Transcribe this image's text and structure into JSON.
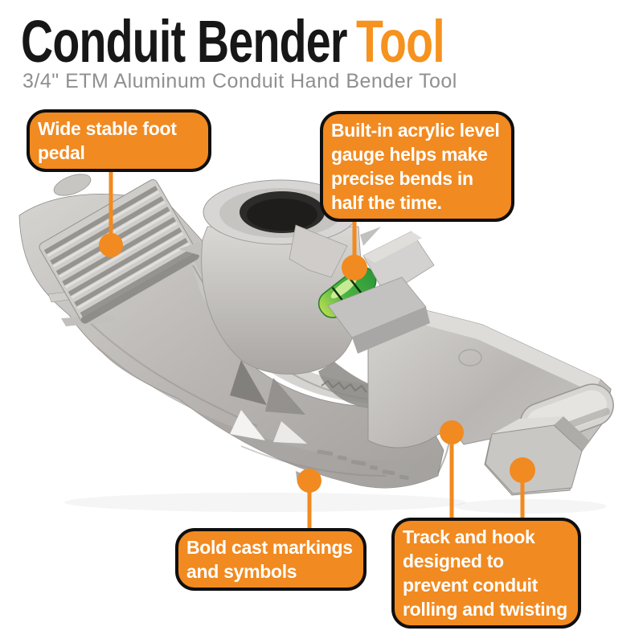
{
  "header": {
    "title_main": "Conduit Bender",
    "title_accent": "Tool",
    "subtitle": "3/4\" ETM Aluminum Conduit Hand Bender Tool"
  },
  "callouts": {
    "foot_pedal": {
      "text": "Wide stable foot pedal"
    },
    "level_gauge": {
      "text": "Built-in acrylic level gauge helps make precise bends in half the time."
    },
    "cast_markings": {
      "text": "Bold cast markings and symbols"
    },
    "track_hook": {
      "text": "Track and hook designed to prevent conduit rolling and twisting"
    }
  },
  "colors": {
    "accent_orange": "#F18A20",
    "title_accent_orange": "#F6921E",
    "callout_border_black": "#0F0F0F",
    "callout_text_white": "#FFFFFF",
    "title_black": "#171717",
    "subtitle_gray": "#8F8F8F",
    "metal_light": "#D8D6D4",
    "metal_mid": "#B7B4B1",
    "metal_dark": "#8E8C89",
    "socket_bore_dark": "#2D2B29",
    "level_vial_green": "#3FAE3E"
  }
}
